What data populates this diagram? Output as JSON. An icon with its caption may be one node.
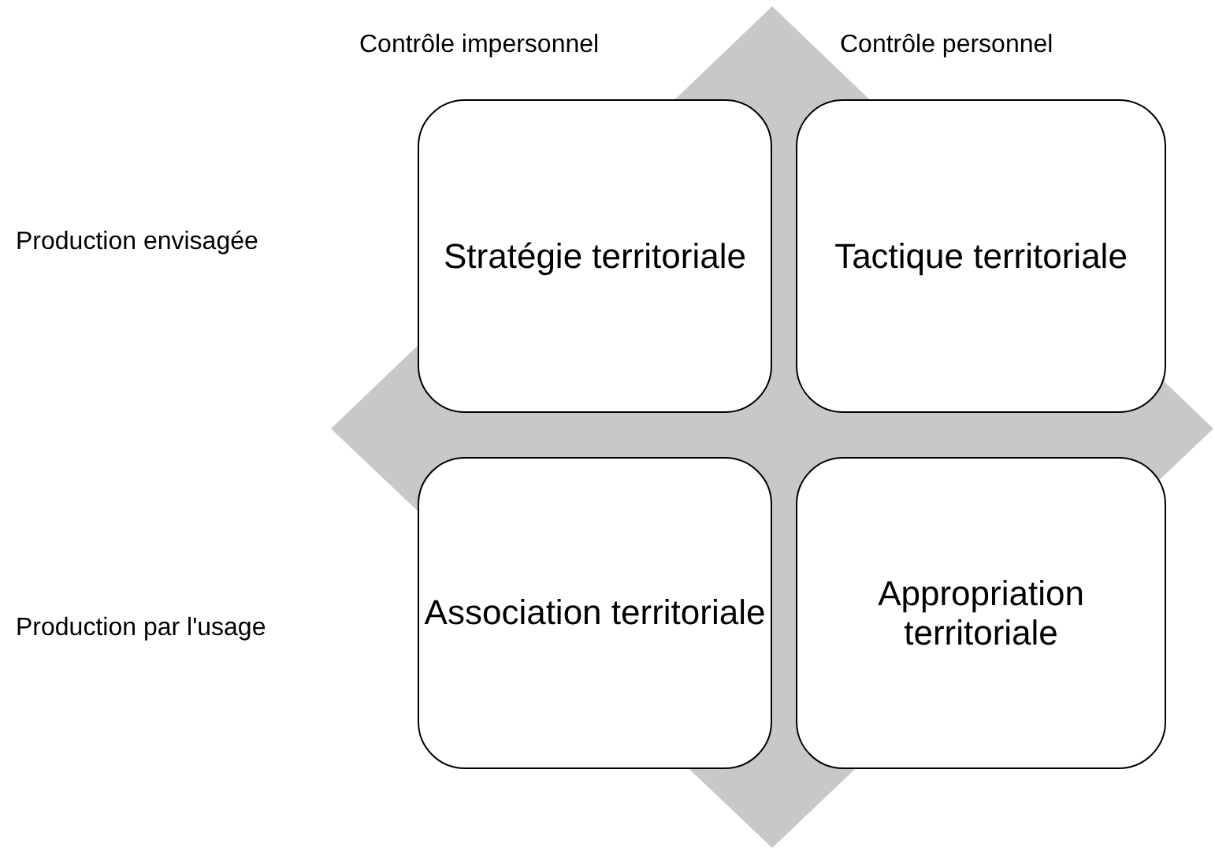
{
  "diagram": {
    "nodes": [
      {
        "text": [
          "Stratégie territoriale"
        ]
      },
      {
        "text": [
          "Tactique territoriale"
        ]
      },
      {
        "text": [
          "Association territoriale"
        ]
      },
      {
        "text": [
          "Appropriation territoriale"
        ]
      }
    ],
    "labels": [
      "Contrôle impersonnel",
      "Contrôle personnel",
      "Production envisagée",
      "Production par l'usage"
    ]
  }
}
